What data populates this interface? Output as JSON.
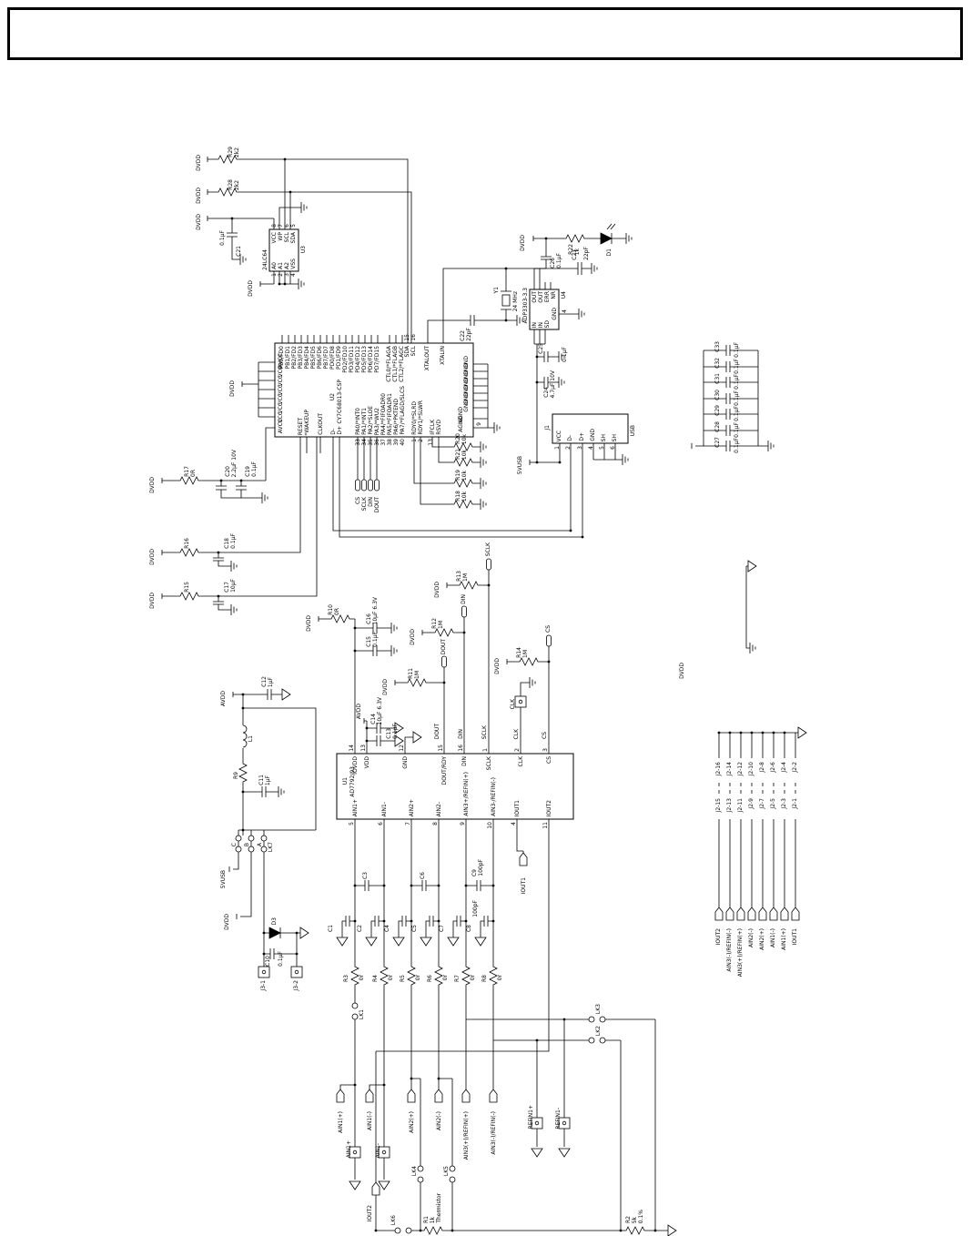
{
  "title_block": {
    "text": ""
  },
  "nets": {
    "dvdd": "DVDD",
    "avdd": "AVDD",
    "v5usb": "5VUSB"
  },
  "signals": {
    "sclk": "SCLK",
    "din": "DIN",
    "dout": "DOUT",
    "cs": "CS",
    "clk": "CLK",
    "iout1": "IOUT1",
    "iout2": "IOUT2",
    "ain1p": "AIN1(+)",
    "ain1n": "AIN1(-)",
    "ain2p": "AIN2(+)",
    "ain2n": "AIN2(-)",
    "ain3p": "AIN3(+)/REFIN(+)",
    "ain3n": "AIN3(-)/REFIN(-)",
    "refin1p": "REFIN1+",
    "refin1n": "REFIN1-",
    "ain1p_t": "AIN1+",
    "ain1n_t": "AIN1-"
  },
  "u1": {
    "ref": "U1",
    "part": "AD7792/93",
    "top": [
      [
        "14",
        "IOVDD"
      ],
      [
        "13",
        "VDD"
      ],
      [
        "12",
        "GND"
      ],
      [
        "15",
        "DOUT/RDY"
      ],
      [
        "16",
        "DIN"
      ],
      [
        "1",
        "SCLK"
      ],
      [
        "2",
        "CLK"
      ],
      [
        "3",
        "CS"
      ]
    ],
    "bottom": [
      [
        "5",
        "AIN1+"
      ],
      [
        "6",
        "AIN1-"
      ],
      [
        "7",
        "AIN2+"
      ],
      [
        "8",
        "AIN2-"
      ],
      [
        "9",
        "AIN3+/REFIN(+)"
      ],
      [
        "10",
        "AIN3-/REFIN(-)"
      ],
      [
        "4",
        "IOUT1"
      ],
      [
        "11",
        "IOUT2"
      ]
    ]
  },
  "u2": {
    "ref": "U2",
    "part": "CY7C68013-CSP",
    "fd": [
      "PB0/FD0",
      "PB1/FD1",
      "PB2/FD2",
      "PB3/FD3",
      "PB4/FD4",
      "PB5/FD5",
      "PB6/FD6",
      "PB7/FD7",
      "PD0/FD8",
      "PD1/FD9",
      "PD2/FD10",
      "PD3/FD11",
      "PD4/FD12",
      "PD5/FD13",
      "PD6/FD14",
      "PD7/FD15"
    ],
    "ctl": [
      "CTL0/*FLAGA",
      "CTL1/*FLAGB",
      "CTL2/*FLAGC"
    ],
    "i2c": [
      "SDA",
      "SCL"
    ],
    "i2c_nums": [
      "15",
      "16"
    ],
    "xtal": [
      "XTALOUT",
      "XTALIN"
    ],
    "left": [
      "AVCC",
      "VCC",
      "VCC",
      "VCC",
      "VCC",
      "VCC",
      "VCC",
      "AVCC"
    ],
    "misc_left": [
      "RESET",
      "*WAKEUP",
      "CLKOUT",
      "D-",
      "D+"
    ],
    "pa": [
      "PA0/*INT0",
      "PA1/*INT1",
      "PA2/*SLOE",
      "PA3/*WU2",
      "PA4/*FIFOADR0",
      "PA5/*FIFOADR1",
      "PA6/*PKTEND",
      "PA7/*FLAGD/SLCS"
    ],
    "pa_nums": [
      "33",
      "34",
      "35",
      "36",
      "37",
      "38",
      "39",
      "40"
    ],
    "rdy": [
      "RDY0/*SLRD",
      "RDY1/*SLWR"
    ],
    "rdy_nums": [
      "1",
      "2"
    ],
    "ifclk": "IFCLK",
    "ifclk_num": "13",
    "rsvd": "RSVD",
    "gnd": [
      "GND",
      "GND",
      "GND",
      "GND",
      "GND",
      "GND",
      "GND"
    ],
    "agnd": [
      "AGND",
      "AGND"
    ],
    "agnd_num": "9"
  },
  "u3": {
    "ref": "U3",
    "part": "24LC64",
    "top": [
      [
        "8",
        "VCC"
      ],
      [
        "7",
        "WP"
      ],
      [
        "6",
        "SCL"
      ],
      [
        "5",
        "SDA"
      ]
    ],
    "bottom": [
      [
        "1",
        "A0"
      ],
      [
        "2",
        "A1"
      ],
      [
        "3",
        "A2"
      ],
      [
        "4",
        "VSS"
      ]
    ]
  },
  "u4": {
    "ref": "U4",
    "part": "ADP3303-3.3",
    "out": [
      "OUT",
      "OUT",
      "ERR",
      "NR"
    ],
    "in": [
      "IN",
      "IN",
      "SD"
    ],
    "gnd": "GND",
    "gnd_num": "4"
  },
  "j1": {
    "ref": "J1",
    "type": "USB",
    "pins": [
      [
        "1",
        "VCC"
      ],
      [
        "2",
        "D-"
      ],
      [
        "3",
        "D+"
      ],
      [
        "4",
        "GND"
      ],
      [
        "5",
        "SH"
      ],
      [
        "6",
        "SH"
      ]
    ]
  },
  "j2": {
    "gnd_row": [
      "J2-16",
      "J2-14",
      "J2-12",
      "J2-10",
      "J2-8",
      "J2-6",
      "J2-4",
      "J2-2"
    ],
    "sig_row": [
      "J2-15",
      "J2-13",
      "J2-11",
      "J2-9",
      "J2-7",
      "J2-5",
      "J2-3",
      "J2-1"
    ],
    "sig_names": [
      "IOUT2",
      "AIN3(-)/REFIN(-)",
      "AIN3(+)/REFIN(+)",
      "AIN2(-)",
      "AIN2(+)",
      "AIN1(-)",
      "AIN1(+)",
      "IOUT1"
    ]
  },
  "j3": {
    "p1": "J3-1",
    "p2": "J3-2"
  },
  "jumpers": {
    "lk1": "LK1",
    "lk2": "LK2",
    "lk3": "LK3",
    "lk4": "LK4",
    "lk5": "LK5",
    "lk6": "LK6",
    "lk7": "LK7",
    "lk7_positions": [
      "C",
      "B",
      "A"
    ]
  },
  "resistors": {
    "r1": [
      "R1",
      "1k",
      "Thermistor"
    ],
    "r2": [
      "R2",
      "5k",
      "0.1%"
    ],
    "r3": [
      "R3",
      "0r"
    ],
    "r4": [
      "R4",
      "0r"
    ],
    "r5": [
      "R5",
      "0r"
    ],
    "r6": [
      "R6",
      "0r"
    ],
    "r7": [
      "R7",
      "0r"
    ],
    "r8": [
      "R8",
      "0r"
    ],
    "r9": [
      "R9",
      ""
    ],
    "r10": [
      "R10",
      "0R"
    ],
    "r11": [
      "R11",
      "1M"
    ],
    "r12": [
      "R12",
      "1M"
    ],
    "r13": [
      "R13",
      "1M"
    ],
    "r14": [
      "R14",
      "1M"
    ],
    "r15": [
      "R15",
      ""
    ],
    "r16": [
      "R16",
      ""
    ],
    "r17": [
      "R17",
      "0R"
    ],
    "r18": [
      "R18",
      "10k"
    ],
    "r19": [
      "R19",
      "10k"
    ],
    "r20": [
      "R20",
      "10k"
    ],
    "r21": [
      "R21",
      "10k"
    ],
    "r22": [
      "R22",
      "1k"
    ],
    "r28": [
      "R28",
      "2k2"
    ],
    "r29": [
      "R29",
      "2k2"
    ]
  },
  "capacitors": {
    "c1": [
      "C1",
      ""
    ],
    "c2": [
      "C2",
      ""
    ],
    "c3": [
      "C3",
      ""
    ],
    "c4": [
      "C4",
      ""
    ],
    "c5": [
      "C5",
      ""
    ],
    "c6": [
      "C6",
      ""
    ],
    "c7": [
      "C7",
      ""
    ],
    "c8": [
      "C8",
      "100pF"
    ],
    "c9": [
      "C9",
      "100pF"
    ],
    "c10": [
      "C10",
      "0.1µF"
    ],
    "c11": [
      "C11",
      "1µF"
    ],
    "c12": [
      "C12",
      "1µF"
    ],
    "c13": [
      "C13",
      "0.1µF"
    ],
    "c14": [
      "C14",
      "10µF 6.3V"
    ],
    "c15": [
      "C15",
      "0.1µF"
    ],
    "c16": [
      "C16",
      "10µF 6.3V"
    ],
    "c17": [
      "C17",
      "10µF"
    ],
    "c18": [
      "C18",
      "0.1µF"
    ],
    "c19": [
      "C19",
      "0.1µF"
    ],
    "c20": [
      "C20",
      "2.2µF 10V"
    ],
    "c21": [
      "C21",
      "0.1µF"
    ],
    "c22": [
      "C22",
      "22pF"
    ],
    "c23": [
      "C23",
      "22pF"
    ],
    "c24": [
      "C24",
      "4.7µF 10V"
    ],
    "c25": [
      "C25",
      "0.1µF"
    ],
    "c26": [
      "C26",
      "0.1µF"
    ],
    "c27": [
      "C27",
      "0.1µF"
    ],
    "c28": [
      "C28",
      "0.1µF"
    ],
    "c29": [
      "C29",
      "0.1µF"
    ],
    "c30": [
      "C30",
      "0.1µF"
    ],
    "c31": [
      "C31",
      "0.1µF"
    ],
    "c32": [
      "C32",
      "0.1µF"
    ],
    "c33": [
      "C33",
      "0.1µF"
    ]
  },
  "other": {
    "l1": "L1",
    "d1": "D1",
    "d3": "D3",
    "y1": [
      "Y1",
      "24 MHz"
    ]
  }
}
